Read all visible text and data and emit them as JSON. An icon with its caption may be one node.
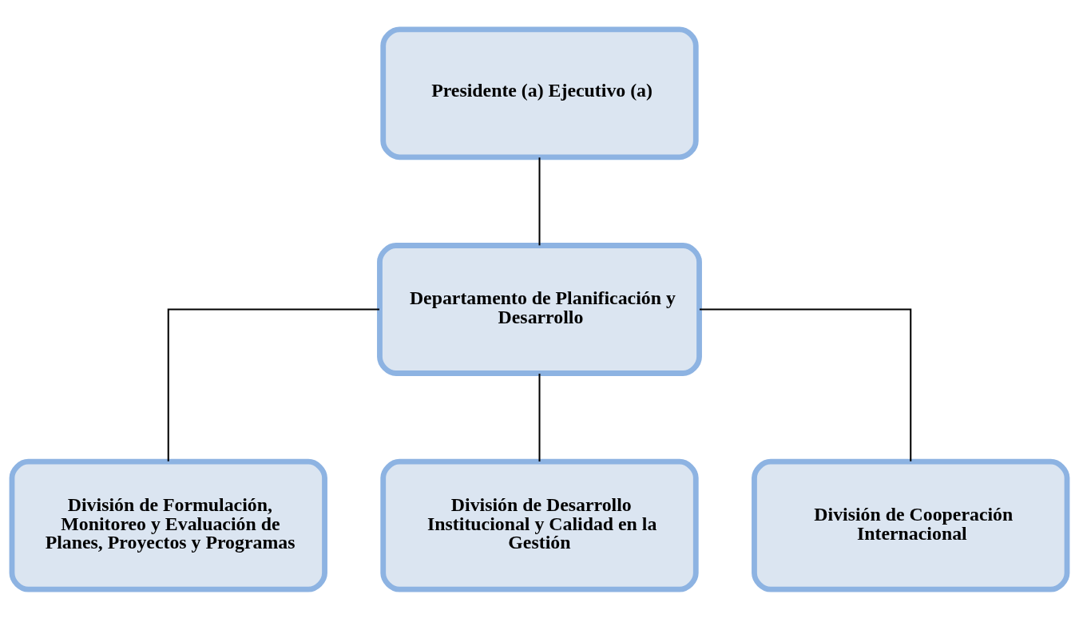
{
  "diagram": {
    "nodes": [
      {
        "text": [
          "Presidente (a) Ejecutivo (a)"
        ]
      },
      {
        "text": [
          "Departamento de Planificación y Desarrollo"
        ]
      },
      {
        "text": [
          "División de Formulación, Monitoreo y Evaluación de Planes, Proyectos y Programas"
        ]
      },
      {
        "text": [
          "División de Desarrollo Institucional y Calidad en la Gestión"
        ]
      },
      {
        "text": [
          "División de Cooperación Internacional"
        ]
      }
    ],
    "edges": [
      {
        "from": 0,
        "to": 1,
        "arrow": "none"
      },
      {
        "from": 1,
        "to": 2,
        "arrow": "none"
      },
      {
        "from": 1,
        "to": 3,
        "arrow": "none"
      },
      {
        "from": 1,
        "to": 4,
        "arrow": "none"
      }
    ]
  }
}
